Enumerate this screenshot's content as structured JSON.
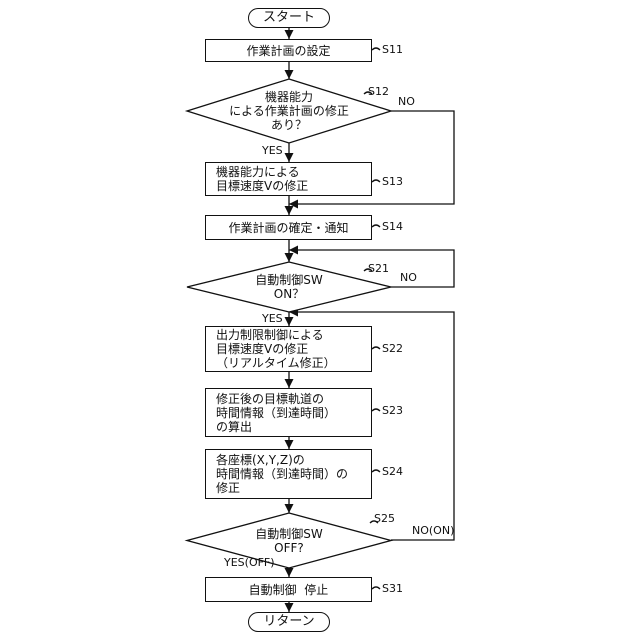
{
  "nodes": {
    "start": {
      "text": "スタート"
    },
    "s11": {
      "text": "作業計画の設定",
      "step": "S11"
    },
    "s12": {
      "text": "機器能力\nによる作業計画の修正\nあり？",
      "step": "S12"
    },
    "s13": {
      "text": "機器能力による\n目標速度Vの修正",
      "step": "S13"
    },
    "s14": {
      "text": "作業計画の確定・通知",
      "step": "S14"
    },
    "s21": {
      "text": "自動制御SW\nON？",
      "step": "S21"
    },
    "s22": {
      "text": "出力制限制御による\n目標速度Vの修正\n（リアルタイム修正）",
      "step": "S22"
    },
    "s23": {
      "text": "修正後の目標軌道の\n時間情報（到達時間）\nの算出",
      "step": "S23"
    },
    "s24": {
      "text": "各座標(X,Y,Z)の\n時間情報（到達時間）の\n修正",
      "step": "S24"
    },
    "s25": {
      "text": "自動制御SW\nOFF?",
      "step": "S25"
    },
    "s31": {
      "text": "自動制御  停止",
      "step": "S31"
    },
    "return": {
      "text": "リターン"
    }
  },
  "edges": {
    "s12_yes": "YES",
    "s12_no": "NO",
    "s21_yes": "YES",
    "s21_no": "NO",
    "s25_yes": "YES(OFF)",
    "s25_no": "NO(ON)"
  }
}
